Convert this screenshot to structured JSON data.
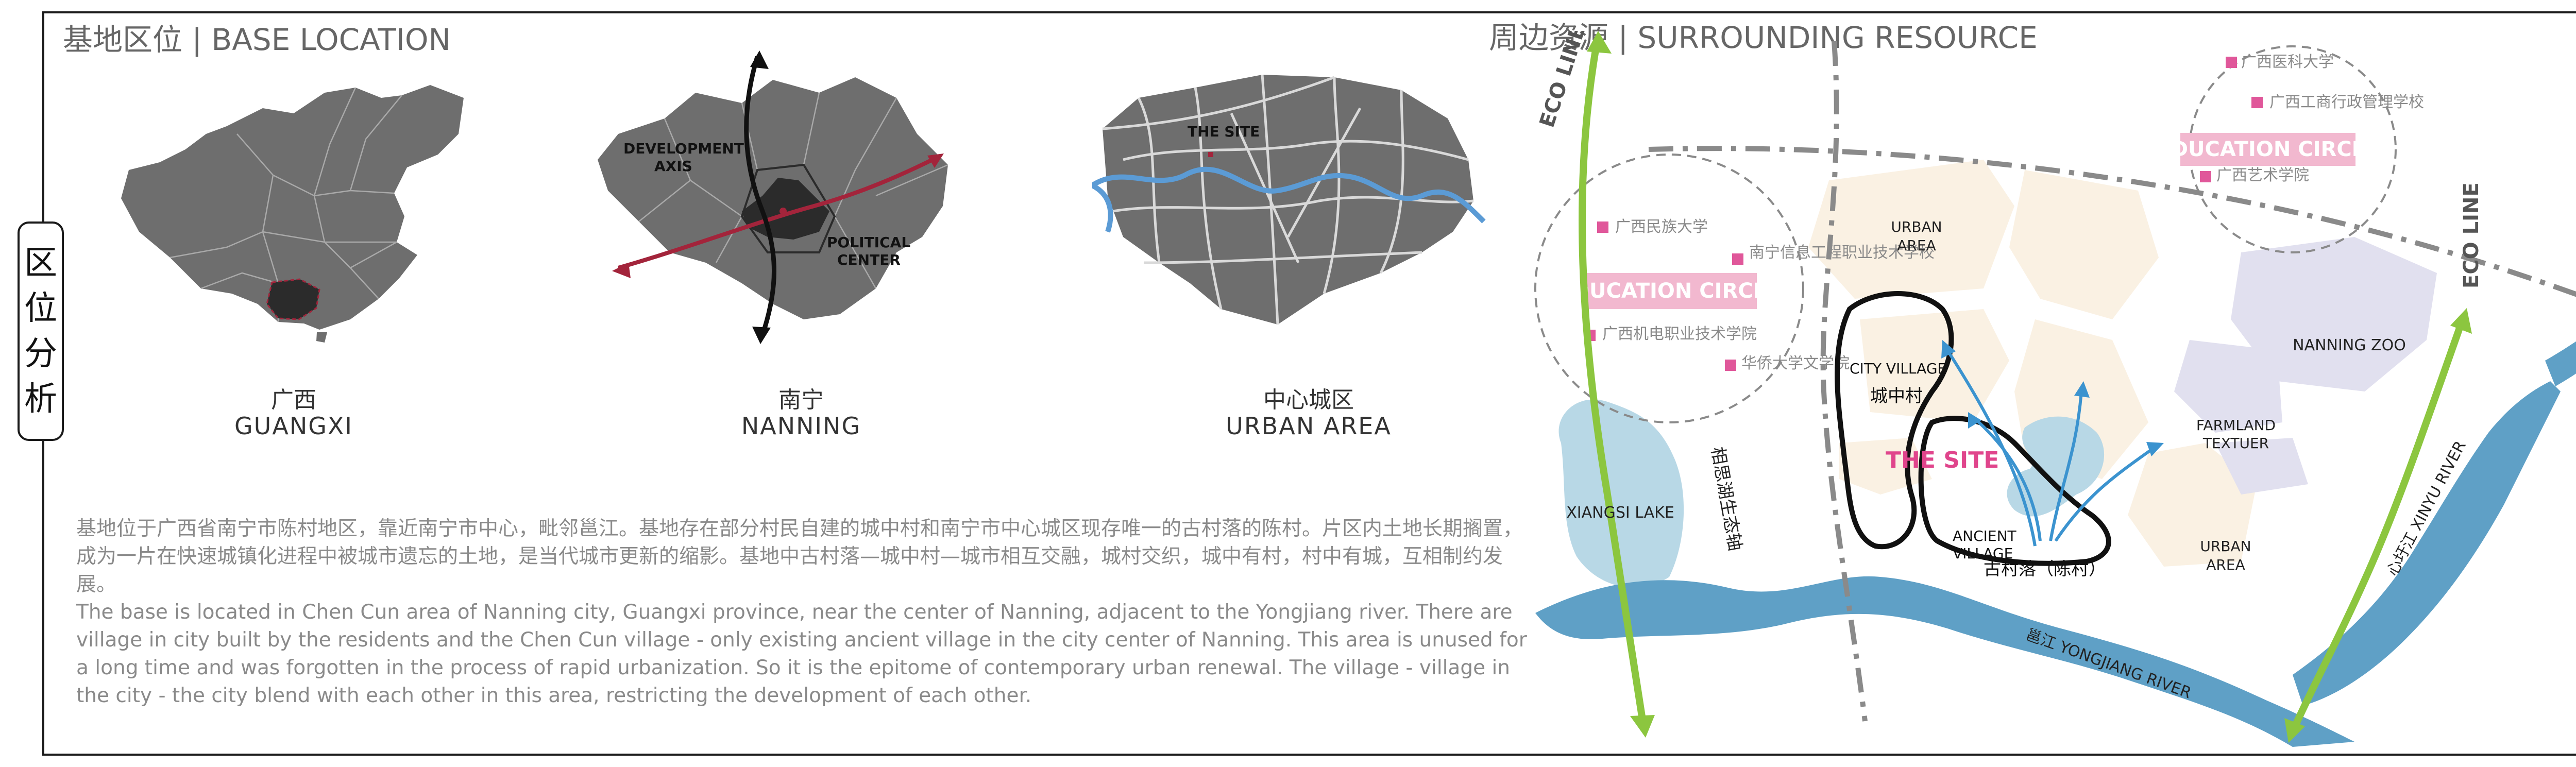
{
  "left_title": "基地区位 | BASE LOCATION",
  "right_title": "周边资源 | SURROUNDING RESOURCE",
  "side_tab": [
    "区",
    "位",
    "分",
    "析"
  ],
  "maps": [
    {
      "cn": "广西",
      "en": "GUANGXI"
    },
    {
      "cn": "南宁",
      "en": "NANNING"
    },
    {
      "cn": "中心城区",
      "en": "URBAN AREA"
    }
  ],
  "nanning_labels": {
    "development_axis_1": "DEVELOPMENT",
    "development_axis_2": "AXIS",
    "political_center_1": "POLITICAL",
    "political_center_2": "CENTER"
  },
  "urban_label": "THE SITE",
  "description": {
    "cn": "基地位于广西省南宁市陈村地区，靠近南宁市中心，毗邻邕江。基地存在部分村民自建的城中村和南宁市中心城区现存唯一的古村落的陈村。片区内土地长期搁置，成为一片在快速城镇化进程中被城市遗忘的土地，是当代城市更新的缩影。基地中古村落—城中村—城市相互交融，城村交织，城中有村，村中有城，互相制约发展。",
    "en": "The base is located in Chen Cun area of Nanning city, Guangxi province, near the center of Nanning, adjacent to the Yongjiang river. There are village in city built by the residents and the Chen Cun village - only existing ancient village in the city center of Nanning. This area is unused for a long time and was forgotten in the process of rapid urbanization. So it is the epitome of contemporary urban renewal. The village - village in the city - the city blend with each other in this area, restricting the development of each other."
  },
  "surrounding": {
    "eco_line_left": "ECO LINE",
    "eco_line_right": "ECO LINE",
    "edu_circle_left": {
      "label": "EDUCATION CIRCLE",
      "schools": [
        "广西民族大学",
        "南宁信息工程职业技术学校",
        "广西机电职业技术学院",
        "华侨大学文学院"
      ]
    },
    "edu_circle_right": {
      "label": "EDUCATION CIRCLE",
      "schools": [
        "广西医科大学",
        "广西工商行政管理学校",
        "广西艺术学院"
      ]
    },
    "areas": {
      "urban_area_top_1": "URBAN",
      "urban_area_top_2": "AREA",
      "nanning_zoo": "NANNING ZOO",
      "farmland_1": "FARMLAND",
      "farmland_2": "TEXTUER",
      "urban_area_bottom_1": "URBAN",
      "urban_area_bottom_2": "AREA",
      "xiangsi_lake": "XIANGSI LAKE",
      "city_village_en": "CITY VILLAGE",
      "city_village_cn": "城中村",
      "the_site": "THE SITE",
      "ancient_village_1": "ANCIENT",
      "ancient_village_2": "VILLAGE",
      "ancient_village_cn": "古村落（陈村）",
      "eco_axis_cn": "相思湖生态轴",
      "yongjiang_river": "邕江 YONGJIANG RIVER",
      "xinyu_river": "心圩江 XINYU RIVER"
    }
  },
  "colors": {
    "map_gray": "#6e6e6e",
    "map_dark": "#2b2b2b",
    "axis_red": "#a3243b",
    "river_blue": "#5b9bd5",
    "water": "#5fa0c6",
    "lake": "#b8d8e6",
    "eco_green": "#8cc63f",
    "edu_pink": "#f2b8cf",
    "edu_text": "#ffffff",
    "pink_mark": "#e0579a",
    "site_pink": "#e0458c",
    "urban_beige": "#faf1e3",
    "zoo_lavender": "#e1e0ef"
  }
}
